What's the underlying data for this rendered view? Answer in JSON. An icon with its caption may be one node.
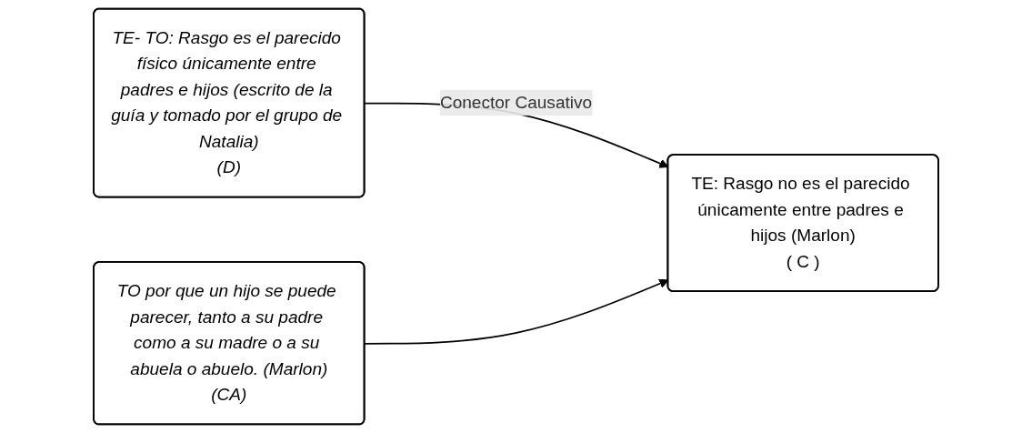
{
  "diagram": {
    "nodes": [
      {
        "text": [
          "TE- TO: Rasgo es el parecido físico únicamente entre padres e hijos (escrito de la guía y tomado por el grupo de Natalia)",
          "(D)"
        ]
      },
      {
        "text": [
          "TE: Rasgo no es el parecido únicamente entre padres e hijos (Marlon)",
          "( C )"
        ]
      },
      {
        "text": [
          "TO por que un hijo se puede parecer, tanto a su padre como a su madre o a su abuela o abuelo. (Marlon)",
          "(CA)"
        ]
      }
    ],
    "edges": [
      {
        "from": 0,
        "to": 1,
        "arrow": "to",
        "label": "Conector Causativo"
      },
      {
        "from": 2,
        "to": 1,
        "arrow": "to"
      }
    ]
  }
}
